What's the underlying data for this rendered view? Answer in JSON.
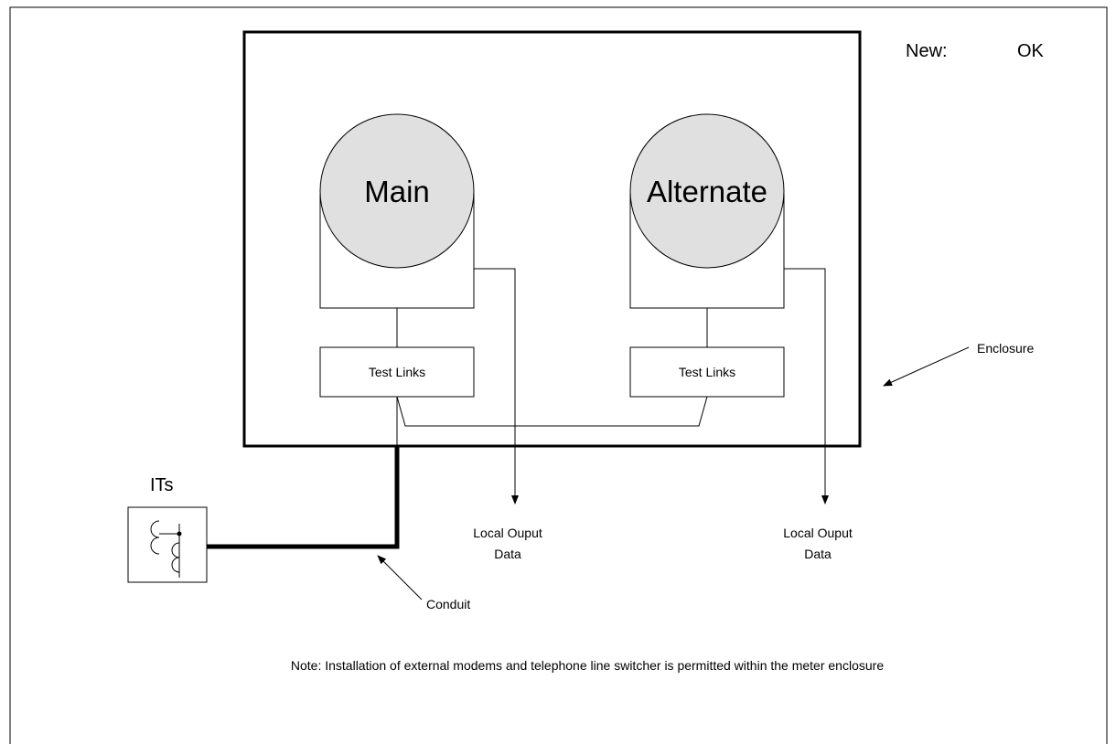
{
  "header": {
    "status_label": "New:",
    "status_value": "OK"
  },
  "meters": {
    "main": {
      "label": "Main",
      "test_links": "Test Links"
    },
    "alternate": {
      "label": "Alternate",
      "test_links": "Test Links"
    }
  },
  "outputs": {
    "main": {
      "line1": "Local Ouput",
      "line2": "Data"
    },
    "alternate": {
      "line1": "Local Ouput",
      "line2": "Data"
    }
  },
  "callouts": {
    "enclosure": "Enclosure",
    "conduit": "Conduit",
    "its": "ITs"
  },
  "note": "Note:  Installation of external modems and telephone line switcher is permitted within the meter enclosure",
  "colors": {
    "meter_fill": "#e0e0e0",
    "line": "#000000",
    "background": "#ffffff"
  }
}
